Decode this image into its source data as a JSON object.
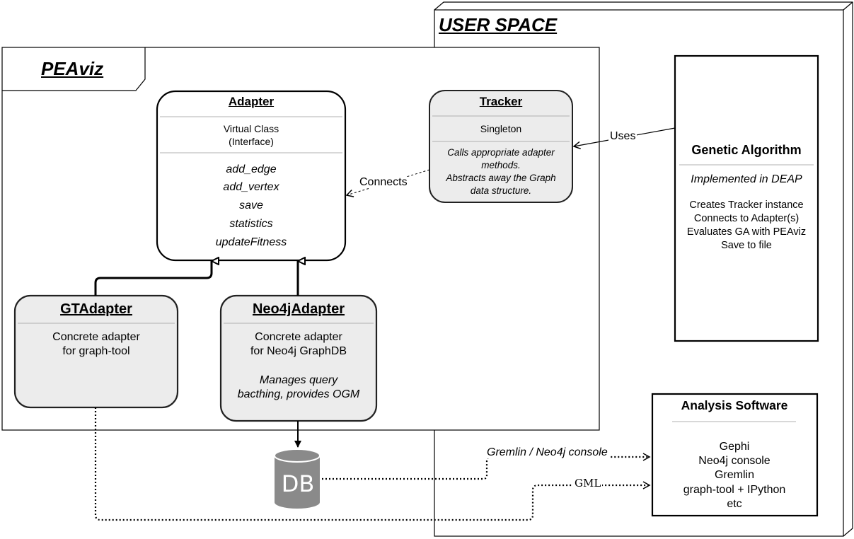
{
  "user_space": {
    "title": "USER SPACE"
  },
  "peaviz": {
    "title": "PEAviz"
  },
  "adapter": {
    "title": "Adapter",
    "kind": [
      "Virtual Class",
      "(Interface)"
    ],
    "methods": [
      "add_edge",
      "add_vertex",
      "save",
      "statistics",
      "updateFitness"
    ]
  },
  "tracker": {
    "title": "Tracker",
    "kind": "Singleton",
    "description": [
      "Calls appropriate adapter",
      "methods.",
      "Abstracts away the Graph",
      "data structure."
    ]
  },
  "gtadapter": {
    "title": "GTAdapter",
    "description": [
      "Concrete adapter",
      "for graph-tool"
    ]
  },
  "neo4jadapter": {
    "title": "Neo4jAdapter",
    "description": [
      "Concrete adapter",
      "for Neo4j GraphDB"
    ],
    "note": [
      "Manages query",
      "bacthing, provides OGM"
    ]
  },
  "genetic_algorithm": {
    "title": "Genetic Algorithm",
    "subtitle": "Implemented in DEAP",
    "items": [
      "Creates Tracker instance",
      "Connects to Adapter(s)",
      "Evaluates GA with PEAviz",
      "Save to file"
    ]
  },
  "analysis_software": {
    "title": "Analysis Software",
    "items": [
      "Gephi",
      "Neo4j console",
      "Gremlin",
      "graph-tool + IPython",
      "etc"
    ]
  },
  "database": {
    "label": "DB"
  },
  "edges": {
    "uses": "Uses",
    "connects": "Connects",
    "gremlin": "Gremlin / Neo4j console",
    "gml": "GML"
  },
  "colors": {
    "box_fill": "#ececec",
    "box_stroke": "#222222",
    "divider": "#b0b0b0",
    "db_fill": "#8a8a8a"
  }
}
